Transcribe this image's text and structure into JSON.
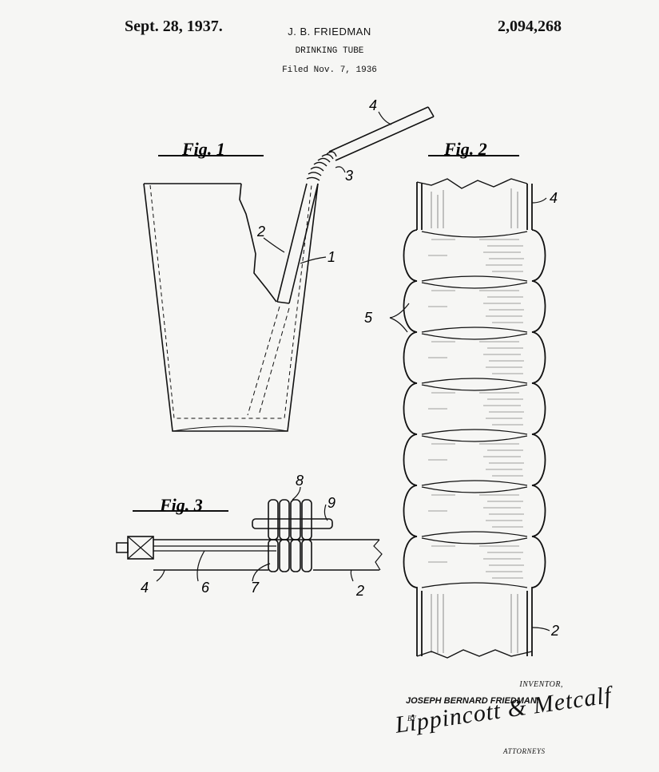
{
  "header": {
    "date": "Sept. 28, 1937.",
    "inventor": "J. B. FRIEDMAN",
    "patent_number": "2,094,268",
    "title": "DRINKING TUBE",
    "filed": "Filed Nov. 7, 1936"
  },
  "figures": {
    "fig1": {
      "label_text": "Fig.",
      "label_num": "1",
      "labels": [
        "4",
        "3",
        "2",
        "1"
      ]
    },
    "fig2": {
      "label_text": "Fig.",
      "label_num": "2",
      "labels": [
        "4",
        "5",
        "2"
      ]
    },
    "fig3": {
      "label_text": "Fig.",
      "label_num": "3",
      "labels": [
        "8",
        "9",
        "4",
        "6",
        "7",
        "2"
      ]
    }
  },
  "signature_block": {
    "inventor_label": "INVENTOR,",
    "inventor_name": "JOSEPH BERNARD FRIEDMAN.",
    "by": "BY",
    "attorney_signature": "Lippincott & Metcalf",
    "attorneys_label": "ATTORNEYS"
  }
}
